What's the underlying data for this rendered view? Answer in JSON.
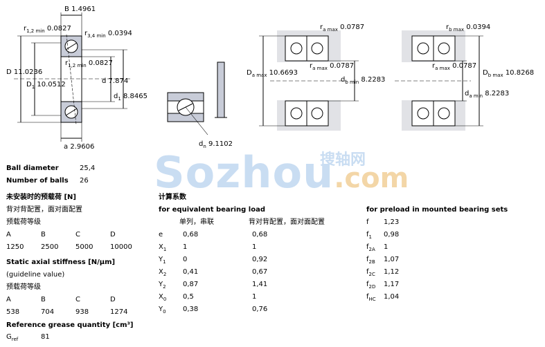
{
  "drawing_labels": {
    "B": "B",
    "B_val": "1.4961",
    "r12_top": "r",
    "r12_top_sub": "1,2 min",
    "r12_top_val": "0.0827",
    "r34": "r",
    "r34_sub": "3,4 min",
    "r34_val": "0.0394",
    "r12_mid": "r",
    "r12_mid_sub": "1,2 min",
    "r12_mid_val": "0.0827",
    "D": "D",
    "D_val": "11.0236",
    "D1": "D",
    "D1_sub": "1",
    "D1_val": "10.0512",
    "d": "d",
    "d_val": "7.874",
    "d1": "d",
    "d1_sub": "1",
    "d1_val": "8.8465",
    "a": "a",
    "a_val": "2.9606",
    "dn": "d",
    "dn_sub": "n",
    "dn_val": "9.1102",
    "ra_max_1": "r",
    "ra_max_1_sub": "a max",
    "ra_max_1_val": "0.0787",
    "ra_max_2": "r",
    "ra_max_2_sub": "a max",
    "ra_max_2_val": "0.0787",
    "Da_max": "D",
    "Da_max_sub": "a max",
    "Da_max_val": "10.6693",
    "db_min": "d",
    "db_min_sub": "b min",
    "db_min_val": "8.2283",
    "rb_max": "r",
    "rb_max_sub": "b max",
    "rb_max_val": "0.0394",
    "ra_max_3": "r",
    "ra_max_3_sub": "a max",
    "ra_max_3_val": "0.0787",
    "Db_max": "D",
    "Db_max_sub": "b max",
    "Db_max_val": "10.8268",
    "da_min": "d",
    "da_min_sub": "a min",
    "da_min_val": "8.2283"
  },
  "watermark": {
    "main": "Sozhou",
    "com": ".com",
    "cn": "搜轴网"
  },
  "left": {
    "ball_diameter_label": "Ball diameter",
    "ball_diameter_val": "25,4",
    "number_of_balls_label": "Number of balls",
    "number_of_balls_val": "26",
    "preload_title": "未安装时的预载荷 [N]",
    "preload_sub": "背对背配置，面对面配置",
    "preload_class": "预载荷等级",
    "preload_heads": [
      "A",
      "B",
      "C",
      "D"
    ],
    "preload_vals": [
      "1250",
      "2500",
      "5000",
      "10000"
    ],
    "stiff_title": "Static axial stiffness [N/µm]",
    "stiff_sub": "(guideline value)",
    "stiff_class": "预载荷等级",
    "stiff_heads": [
      "A",
      "B",
      "C",
      "D"
    ],
    "stiff_vals": [
      "538",
      "704",
      "938",
      "1274"
    ],
    "grease_title": "Reference grease quantity [cm³]",
    "grease_label": "G",
    "grease_sub": "ref",
    "grease_val": "81"
  },
  "middle": {
    "title": "计算系数",
    "subtitle": "for equivalent bearing load",
    "col1": "单列，串联",
    "col2": "背对背配置，面对面配置",
    "rows": [
      {
        "sym": "e",
        "sub": "",
        "v1": "0,68",
        "v2": "0,68"
      },
      {
        "sym": "X",
        "sub": "1",
        "v1": "1",
        "v2": "1"
      },
      {
        "sym": "Y",
        "sub": "1",
        "v1": "0",
        "v2": "0,92"
      },
      {
        "sym": "X",
        "sub": "2",
        "v1": "0,41",
        "v2": "0,67"
      },
      {
        "sym": "Y",
        "sub": "2",
        "v1": "0,87",
        "v2": "1,41"
      },
      {
        "sym": "X",
        "sub": "0",
        "v1": "0,5",
        "v2": "1"
      },
      {
        "sym": "Y",
        "sub": "0",
        "v1": "0,38",
        "v2": "0,76"
      }
    ]
  },
  "right": {
    "title": "for preload in mounted bearing sets",
    "rows": [
      {
        "sym": "f",
        "sub": "",
        "val": "1,23"
      },
      {
        "sym": "f",
        "sub": "1",
        "val": "0,98"
      },
      {
        "sym": "f",
        "sub": "2A",
        "val": "1"
      },
      {
        "sym": "f",
        "sub": "2B",
        "val": "1,07"
      },
      {
        "sym": "f",
        "sub": "2C",
        "val": "1,12"
      },
      {
        "sym": "f",
        "sub": "2D",
        "val": "1,17"
      },
      {
        "sym": "f",
        "sub": "HC",
        "val": "1,04"
      }
    ]
  }
}
